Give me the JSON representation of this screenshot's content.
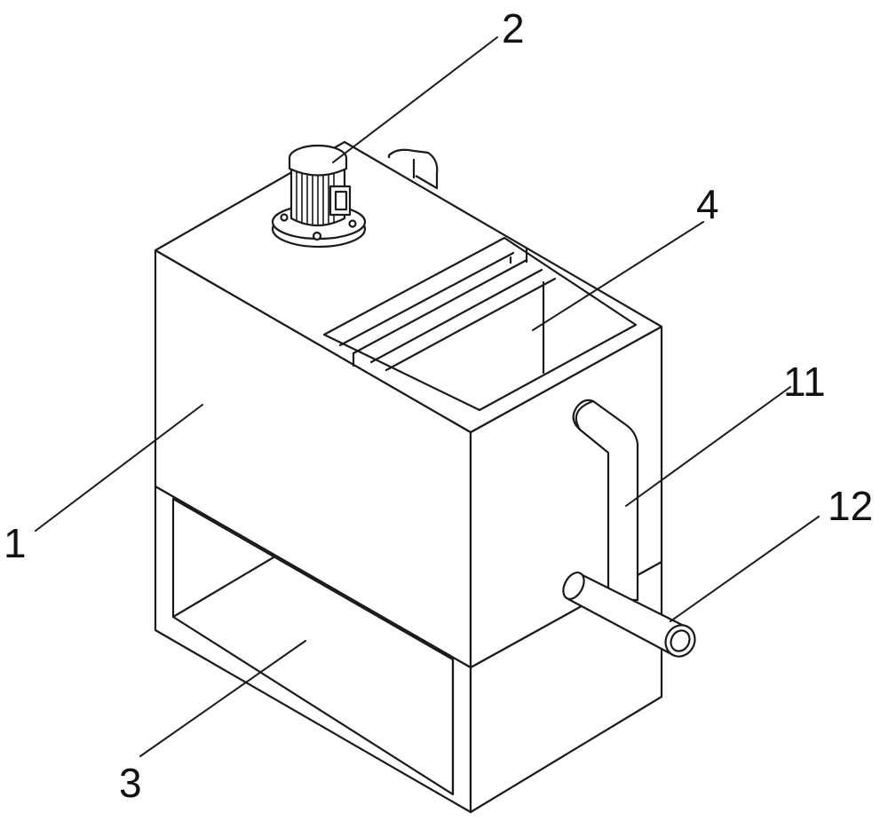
{
  "figure": {
    "labels": {
      "l1": "1",
      "l2": "2",
      "l3": "3",
      "l4": "4",
      "l11": "11",
      "l12": "12"
    }
  }
}
